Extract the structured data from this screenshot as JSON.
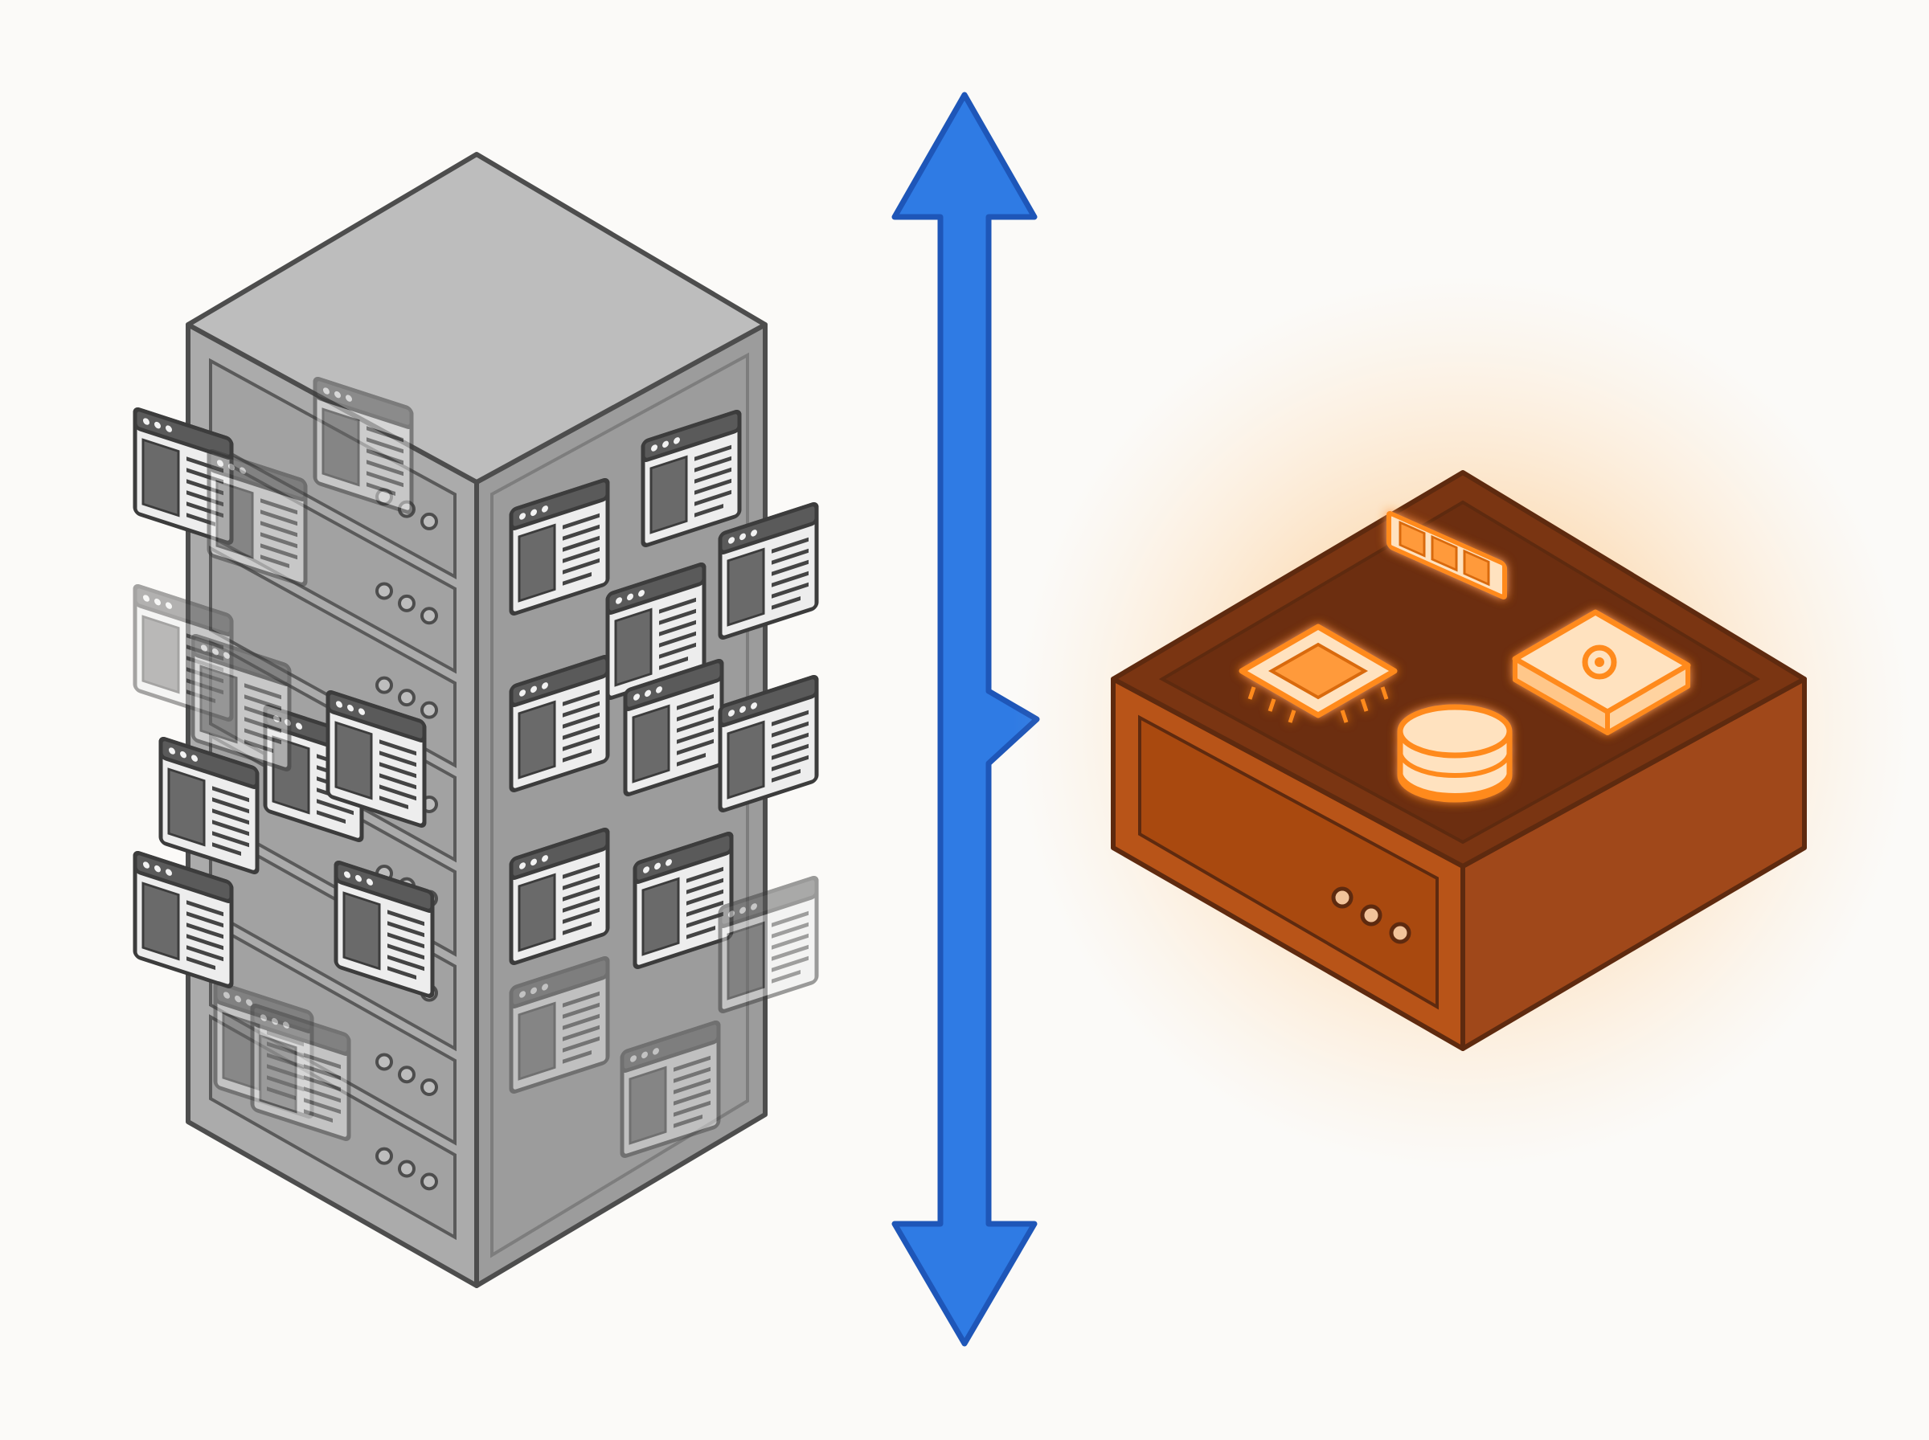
{
  "diagram": {
    "left_node": {
      "kind": "server-rack",
      "icon": "server-rack-icon",
      "window_icon": "app-window-icon",
      "app_windows_count": 26,
      "colors": {
        "front": "#a9a9a9",
        "side": "#9a9a9a",
        "top": "#b9b9b9",
        "stroke": "#505050",
        "window_dark": "#686868"
      }
    },
    "connector": {
      "kind": "bidirectional-arrow",
      "icon": "double-arrow-icon",
      "color": "#2f7be4",
      "stroke": "#1e56b8"
    },
    "right_node": {
      "kind": "compact-box",
      "icon": "compact-server-icon",
      "components": [
        "memory-module-icon",
        "cpu-chip-icon",
        "settings-drive-icon",
        "database-icon"
      ],
      "colors": {
        "top": "#7a3512",
        "left": "#b85418",
        "right": "#a0481a",
        "stroke": "#5e2a0f",
        "glow": "#ff9a2e",
        "component": "#ff8a1f"
      }
    }
  }
}
